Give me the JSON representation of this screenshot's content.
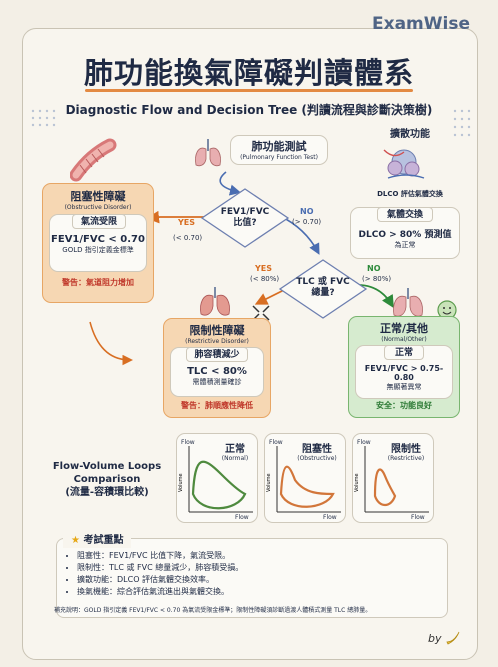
{
  "brand": "ExamWise",
  "title": "肺功能換氣障礙判讀體系",
  "subtitle": "Diagnostic Flow and Decision Tree (判讀流程與診斷決策樹)",
  "pft": {
    "title": "肺功能測試",
    "subtitle": "(Pulmonary Function Test)"
  },
  "diffusion": {
    "title": "擴散功能",
    "caption": "DLCO 評估氣體交換",
    "tag": "氣體交換",
    "line1": "DLCO > 80% 預測值",
    "line2": "為正常"
  },
  "decision1": {
    "line1": "FEV1/FVC",
    "line2": "比值?"
  },
  "decision2": {
    "line1": "TLC 或 FVC",
    "line2": "總量?"
  },
  "edges": {
    "yes1": "YES",
    "yes1_cond": "(< 0.70)",
    "no1": "NO",
    "no1_cond": "(> 0.70)",
    "yes2": "YES",
    "yes2_cond": "(< 80%)",
    "no2": "NO",
    "no2_cond": "(> 80%)"
  },
  "obstructive": {
    "title": "阻塞性障礙",
    "subtitle": "(Obstructive Disorder)",
    "tag": "氣流受限",
    "line1": "FEV1/FVC < 0.70",
    "line2": "GOLD 指引定義金標準",
    "warning": "警告：氣道阻力增加"
  },
  "restrictive": {
    "title": "限制性障礙",
    "subtitle": "(Restrictive Disorder)",
    "tag": "肺容積減少",
    "line1": "TLC < 80%",
    "line2": "需體積測量確診",
    "warning": "警告：肺順應性降低"
  },
  "normal": {
    "title": "正常/其他",
    "subtitle": "(Normal/Other)",
    "tag": "正常",
    "line1": "FEV1/FVC > 0.75-0.80",
    "line2": "無顯著異常",
    "status": "安全：功能良好"
  },
  "loops": {
    "title1": "Flow-Volume Loops",
    "title2": "Comparison",
    "title3": "(流量-容積環比較)",
    "flow": "Flow",
    "volume": "Volume",
    "panels": [
      {
        "name": "正常",
        "sub": "(Normal)"
      },
      {
        "name": "阻塞性",
        "sub": "(Obstructive)"
      },
      {
        "name": "限制性",
        "sub": "(Restrictive)"
      }
    ]
  },
  "exam": {
    "header": "考試重點",
    "points": [
      "阻塞性：FEV1/FVC 比值下降，氣流受限。",
      "限制性：TLC 或 FVC 總量減少，肺容積受損。",
      "擴散功能：DLCO 評估氣體交換效率。",
      "換氣機能：綜合評估氣流進出與氣體交換。"
    ],
    "note": "補充說明：GOLD 指引定義 FEV1/FVC < 0.70 為氣流受限金標準；限制性障礙須診斷過渡人體積式測量 TLC 總肺量。"
  },
  "signature": "by",
  "colors": {
    "orange": "#e7a665",
    "green": "#79b56f",
    "navy": "#1f2a44",
    "blue": "#4f6485"
  }
}
